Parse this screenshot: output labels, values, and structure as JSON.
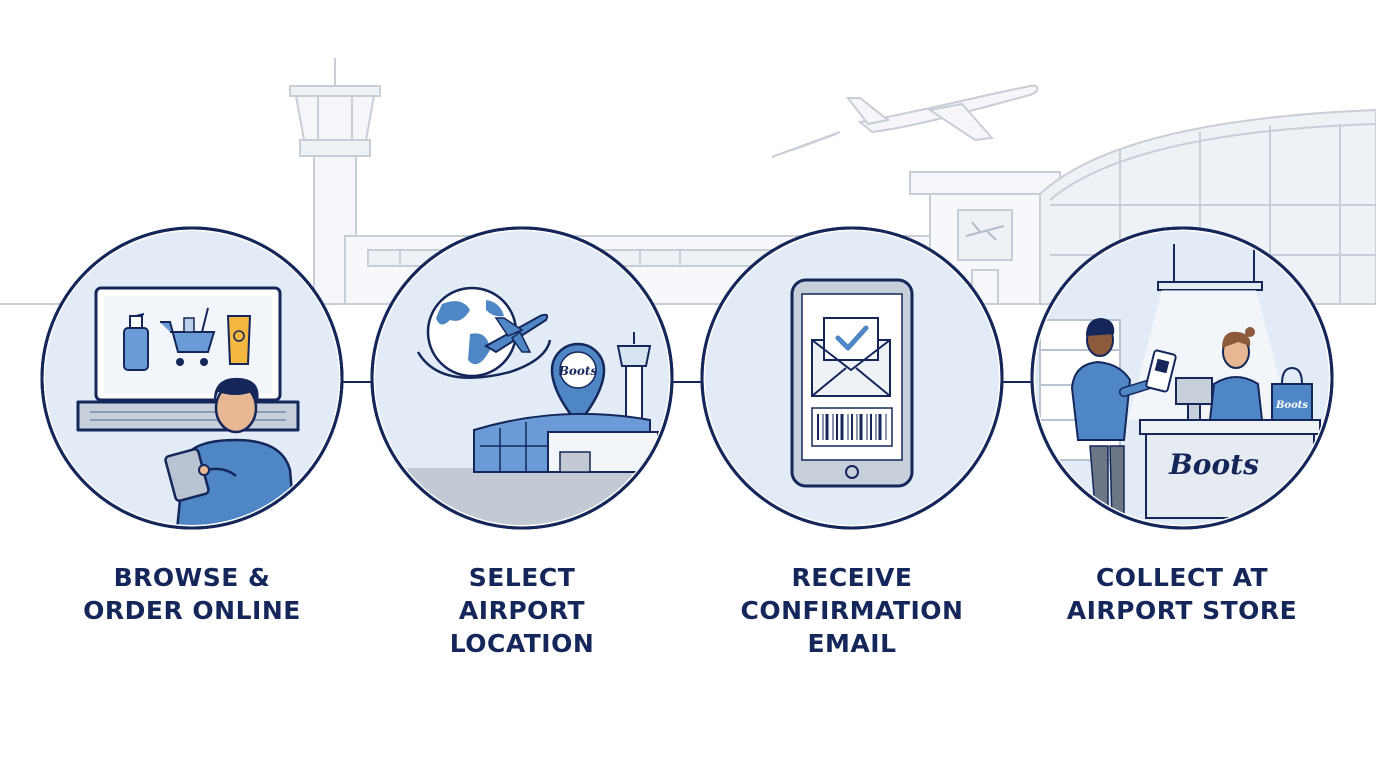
{
  "steps": [
    {
      "id": "browse",
      "lines": [
        "BROWSE &",
        "ORDER ONLINE"
      ]
    },
    {
      "id": "select",
      "lines": [
        "SELECT",
        "AIRPORT",
        "LOCATION"
      ]
    },
    {
      "id": "receive",
      "lines": [
        "RECEIVE",
        "CONFIRMATION",
        "EMAIL"
      ]
    },
    {
      "id": "collect",
      "lines": [
        "COLLECT AT",
        "AIRPORT STORE"
      ]
    }
  ],
  "brand": {
    "pin_logo": "Boots",
    "store_counter": "Boots",
    "bag_logo": "Boots"
  },
  "colors": {
    "navy": "#14265a",
    "blue": "#4f86c6",
    "light_blue": "#e3ecf6",
    "grey_line": "#c7cdd6"
  }
}
